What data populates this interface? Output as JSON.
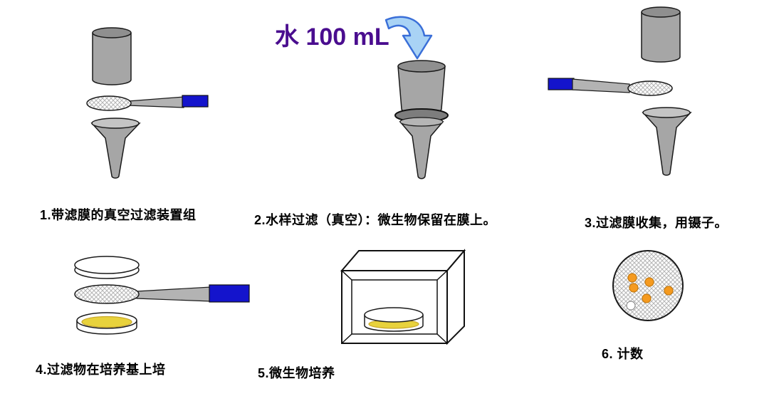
{
  "diagram": {
    "title": "水 100 mL",
    "steps": [
      {
        "id": 1,
        "label": "1.带滤膜的真空过滤装置组"
      },
      {
        "id": 2,
        "label": "2.水样过滤（真空）：微生物保留在膜上。"
      },
      {
        "id": 3,
        "label": "3.过滤膜收集，用镊子。"
      },
      {
        "id": 4,
        "label": "4.过滤物在培养基上培"
      },
      {
        "id": 5,
        "label": "5.微生物培养"
      },
      {
        "id": 6,
        "label": "6.  计数"
      }
    ],
    "colors": {
      "apparatus_gray": "#a6a6a6",
      "apparatus_gray_dark": "#8f8f8f",
      "tweezers_blue": "#1414cc",
      "title_purple": "#4a0d8f",
      "arrow_fill": "#a9d3f5",
      "arrow_stroke": "#3a6fd8",
      "medium_yellow": "#e8d23c",
      "colony_orange": "#f59a1f",
      "outline_black": "#1a1a1a"
    },
    "colony_count_orange": 5,
    "colony_count_white": 1
  }
}
